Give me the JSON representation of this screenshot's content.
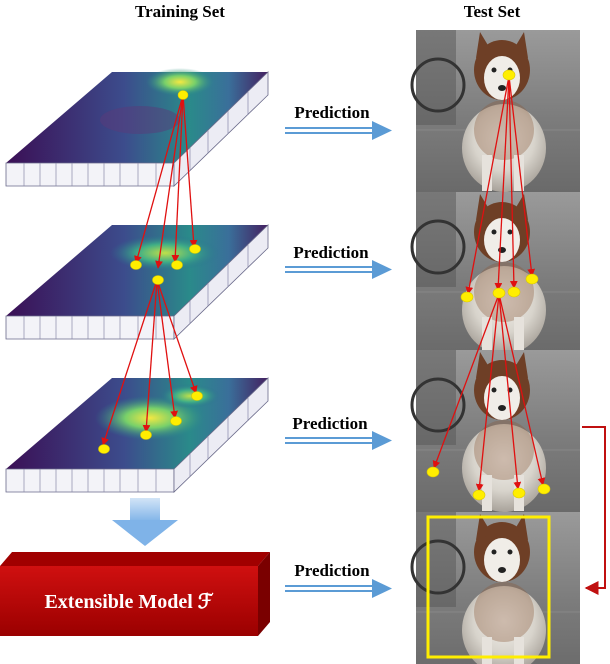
{
  "headers": {
    "training": "Training Set",
    "test": "Test Set"
  },
  "prediction_labels": [
    "Prediction",
    "Prediction",
    "Prediction",
    "Prediction"
  ],
  "model": {
    "label": "Extensible Model ℱ"
  },
  "colors": {
    "arrow_blue": "#5b9bd5",
    "red_link": "#e01010",
    "keypoint": "#ffee00",
    "model_box": "#c00000",
    "bbox": "#ffee00"
  },
  "icons": [
    "down-arrow-icon",
    "right-arrow-icon",
    "bracket-arrow-icon"
  ]
}
